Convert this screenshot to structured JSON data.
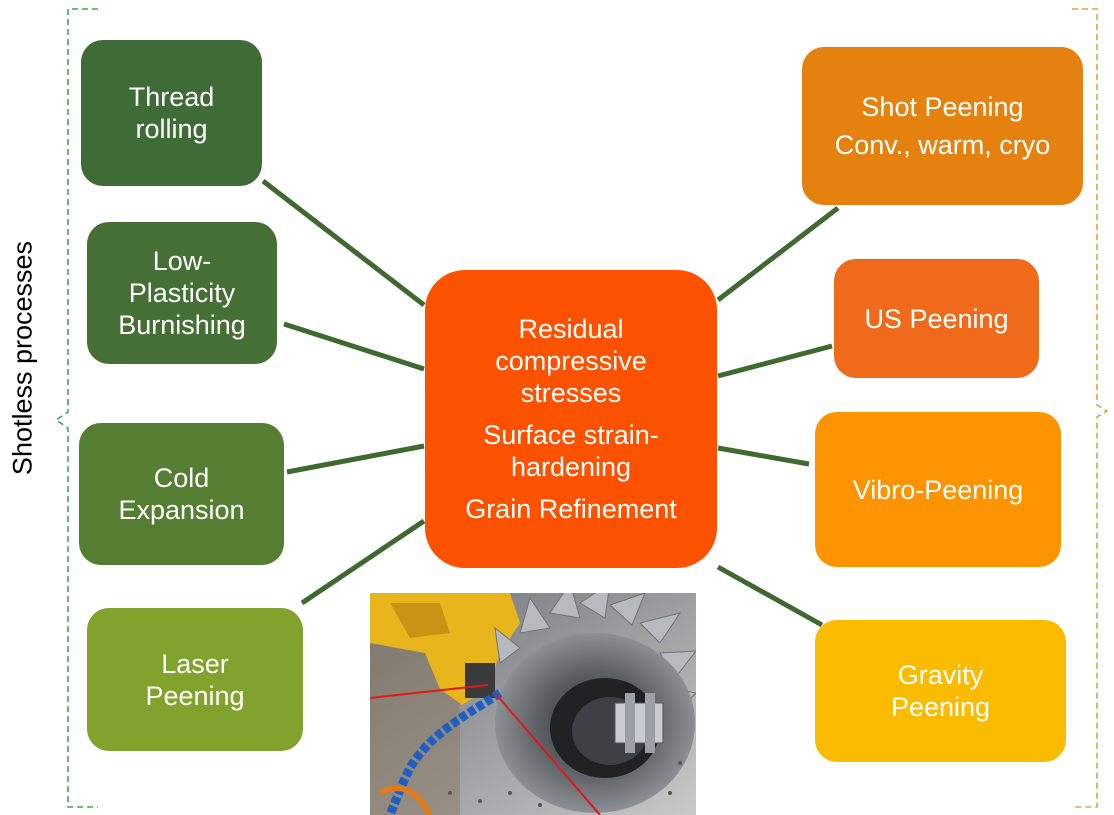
{
  "side_label": "Shotless processes",
  "center": {
    "lines": [
      "Residual",
      "compressive",
      "stresses",
      "Surface strain-",
      "hardening",
      "Grain Refinement"
    ],
    "color": "#fc5200"
  },
  "left_nodes": [
    {
      "lines": [
        "Thread",
        "rolling"
      ],
      "color": "#3f6b37"
    },
    {
      "lines": [
        "Low-",
        "Plasticity",
        "Burnishing"
      ],
      "color": "#466f36"
    },
    {
      "lines": [
        "Cold",
        "Expansion"
      ],
      "color": "#557e33"
    },
    {
      "lines": [
        "Laser",
        "Peening"
      ],
      "color": "#81a22d"
    }
  ],
  "right_nodes": [
    {
      "lines": [
        "Shot Peening",
        "Conv., warm, cryo"
      ],
      "color": "#e4810f"
    },
    {
      "lines": [
        "US Peening"
      ],
      "color": "#f06a1c"
    },
    {
      "lines": [
        "Vibro-Peening"
      ],
      "color": "#fb9400"
    },
    {
      "lines": [
        "Gravity",
        "Peening"
      ],
      "color": "#fbbc00"
    }
  ],
  "colors": {
    "connector": "#3e6a30",
    "left_bracket": "#3caa55",
    "right_bracket": "#e8a040"
  },
  "photo": {
    "subject": "turbine-disk-laser-peening-photo"
  }
}
